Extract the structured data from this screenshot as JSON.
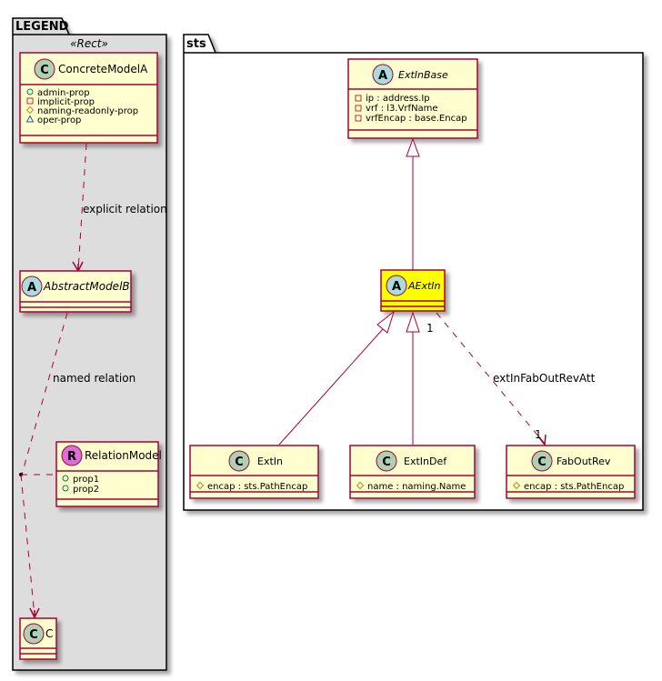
{
  "colors": {
    "class_fill": "#FEFECE",
    "class_border": "#A80036",
    "highlight_fill": "#FFFF00",
    "legend_bg": "#DDDDDD",
    "circle_class": "#ADD1B2",
    "circle_abstract": "#A9DCDF",
    "circle_relation": "#DA70D6",
    "edge": "#A80036"
  },
  "legend": {
    "title": "LEGEND",
    "stereotype": "«Rect»",
    "concrete": {
      "kind": "C",
      "name": "ConcreteModelA",
      "attributes": [
        {
          "visibility": "public",
          "icon": "circle-icon",
          "text": "admin-prop"
        },
        {
          "visibility": "private",
          "icon": "square-icon",
          "text": "implicit-prop"
        },
        {
          "visibility": "protected",
          "icon": "diamond-icon",
          "text": "naming-readonly-prop"
        },
        {
          "visibility": "package",
          "icon": "triangle-icon",
          "text": "oper-prop"
        }
      ]
    },
    "explicit_relation_label": "explicit relation",
    "abstract": {
      "kind": "A",
      "name": "AbstractModelB"
    },
    "named_relation_label": "named relation",
    "relation_model": {
      "kind": "R",
      "name": "RelationModel",
      "attributes": [
        {
          "visibility": "public",
          "icon": "circle-icon",
          "text": "prop1"
        },
        {
          "visibility": "public",
          "icon": "circle-icon",
          "text": "prop2"
        }
      ]
    },
    "target": {
      "kind": "C",
      "name": "C"
    }
  },
  "sts": {
    "title": "sts",
    "ext_in_base": {
      "kind": "A",
      "name": "ExtInBase",
      "attributes": [
        {
          "visibility": "private",
          "icon": "square-icon",
          "text": "ip : address.Ip"
        },
        {
          "visibility": "private",
          "icon": "square-icon",
          "text": "vrf : l3.VrfName"
        },
        {
          "visibility": "private",
          "icon": "square-icon",
          "text": "vrfEncap : base.Encap"
        }
      ]
    },
    "a_ext_in": {
      "kind": "A",
      "name": "AExtIn"
    },
    "ext_in": {
      "kind": "C",
      "name": "ExtIn",
      "attributes": [
        {
          "visibility": "protected",
          "icon": "diamond-icon",
          "text": "encap : sts.PathEncap"
        }
      ]
    },
    "ext_in_def": {
      "kind": "C",
      "name": "ExtInDef",
      "attributes": [
        {
          "visibility": "protected",
          "icon": "diamond-icon",
          "text": "name : naming.Name"
        }
      ]
    },
    "fab_out_rev": {
      "kind": "C",
      "name": "FabOutRev",
      "attributes": [
        {
          "visibility": "protected",
          "icon": "diamond-icon",
          "text": "encap : sts.PathEncap"
        }
      ]
    },
    "association": {
      "label": "extInFabOutRevAtt",
      "source_multiplicity": "1",
      "target_multiplicity": "1"
    }
  }
}
